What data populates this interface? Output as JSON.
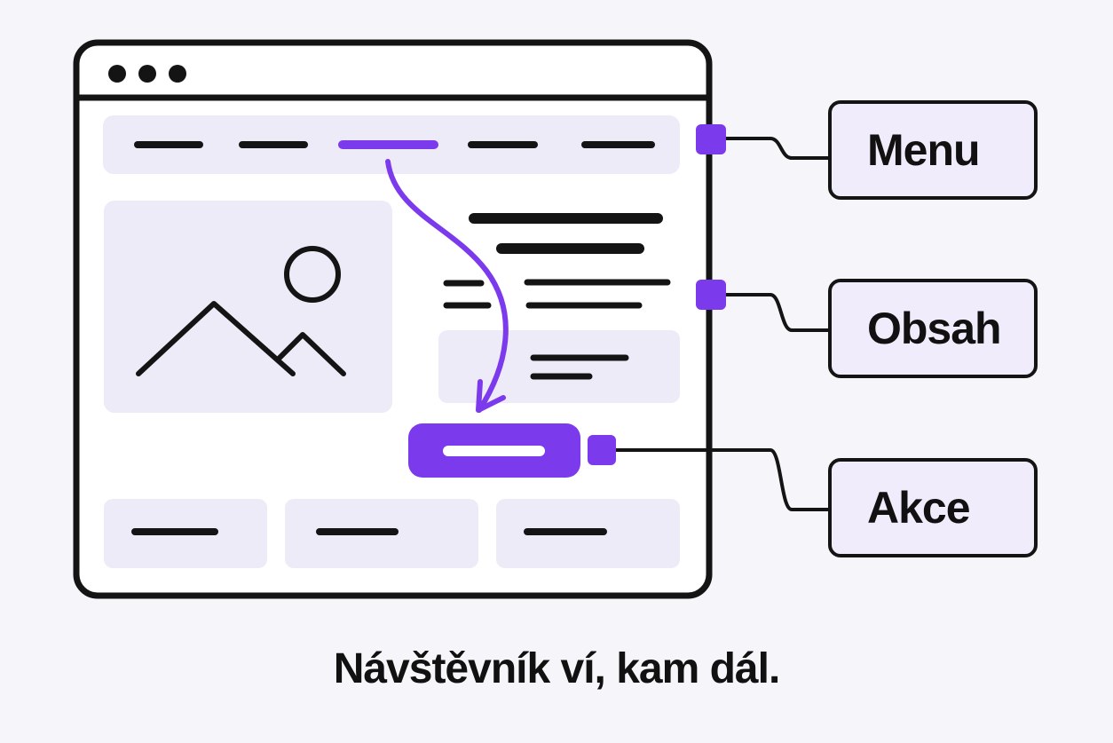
{
  "callouts": {
    "menu": "Menu",
    "content": "Obsah",
    "action": "Akce"
  },
  "caption": "Návštěvník ví, kam dál.",
  "colors": {
    "accent": "#7c3aed",
    "panel": "#eeebf8",
    "outline": "#141414",
    "background": "#f6f5f9"
  },
  "icons": {
    "window_controls": "three-dots-icon",
    "hero_image": "image-placeholder-icon",
    "flow_arrow": "curved-arrow-icon"
  }
}
